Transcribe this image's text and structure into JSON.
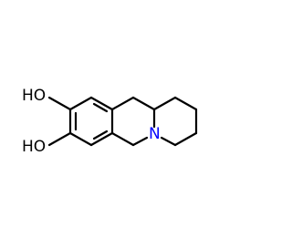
{
  "labels": {
    "hydroxyl_top": "HO",
    "hydroxyl_bottom": "HO",
    "nitrogen": "N"
  },
  "colors": {
    "bond": "#000000",
    "oxygen_text": "#000000",
    "nitrogen_text": "#0000ff",
    "background": "#ffffff"
  }
}
